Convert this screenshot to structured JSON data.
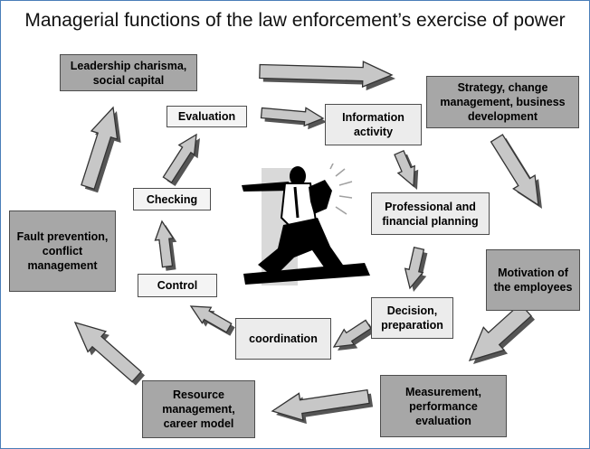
{
  "title": "Managerial functions of the law enforcement’s exercise of power",
  "boxes": {
    "leadership": "Leadership charisma, social capital",
    "strategy": "Strategy, change management, business development",
    "evaluation": "Evaluation",
    "information": "Information activity",
    "checking": "Checking",
    "professional": "Professional and financial planning",
    "fault": "Fault prevention, conflict management",
    "control": "Control",
    "motivation": "Motivation of the employees",
    "decision": "Decision, preparation",
    "coordination": "coordination",
    "resource": "Resource management, career model",
    "measurement": "Measurement, performance evaluation"
  },
  "colors": {
    "outer_box": "#a7a7a7",
    "inner_box": "#ececec",
    "arrow_fill": "#c7c7c7",
    "border": "#4a7eb8"
  },
  "icons": [
    "leader-pointing-figure-icon"
  ]
}
